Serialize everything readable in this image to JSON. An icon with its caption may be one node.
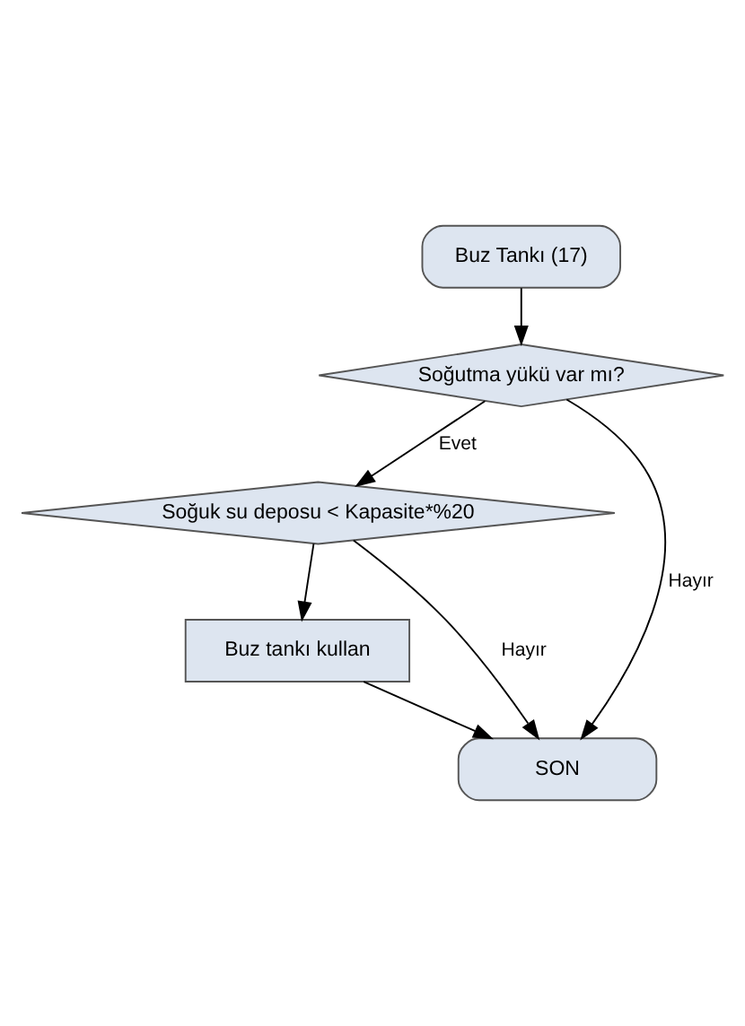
{
  "diagram": {
    "nodes": [
      {
        "text": [
          "Buz Tankı (17)"
        ]
      },
      {
        "text": [
          "Soğutma yükü var mı?"
        ]
      },
      {
        "text": [
          "Soğuk su deposu < Kapasite*%20"
        ]
      },
      {
        "text": [
          "Buz tankı kullan"
        ]
      },
      {
        "text": [
          "SON"
        ]
      }
    ],
    "edges": [
      {
        "from": 0,
        "to": 1,
        "arrow": "to"
      },
      {
        "from": 1,
        "to": 2,
        "arrow": "to",
        "label": "Evet"
      },
      {
        "from": 2,
        "to": 4,
        "arrow": "to",
        "label": "Hayır"
      },
      {
        "from": 2,
        "to": 3,
        "arrow": "to"
      },
      {
        "from": 1,
        "to": 4,
        "arrow": "to",
        "label": "Hayır"
      },
      {
        "from": 3,
        "to": 4,
        "arrow": "to"
      }
    ]
  }
}
